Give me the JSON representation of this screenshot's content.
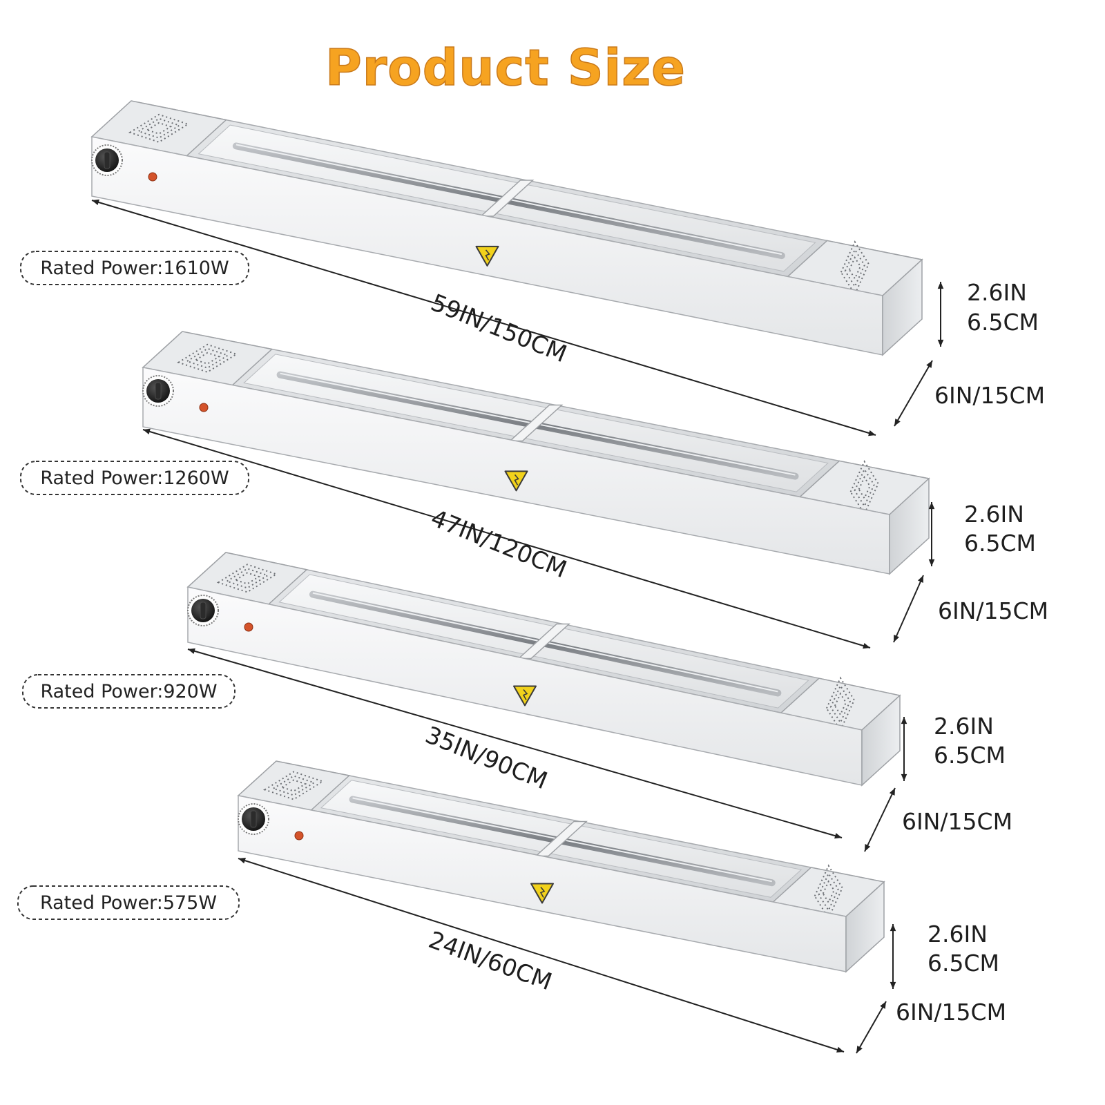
{
  "title": "Product Size",
  "colors": {
    "title_fill": "#f6a321",
    "steel_light": "#f4f5f6",
    "steel_mid": "#d9dbdd",
    "steel_dark": "#9a9da1",
    "warning_yellow": "#f2d21b",
    "indicator": "#d4532a"
  },
  "products": [
    {
      "power": "Rated Power:1610W",
      "length": "59IN/150CM",
      "height_in": "2.6IN",
      "height_cm": "6.5CM",
      "depth": "6IN/15CM"
    },
    {
      "power": "Rated Power:1260W",
      "length": "47IN/120CM",
      "height_in": "2.6IN",
      "height_cm": "6.5CM",
      "depth": "6IN/15CM"
    },
    {
      "power": "Rated Power:920W",
      "length": "35IN/90CM",
      "height_in": "2.6IN",
      "height_cm": "6.5CM",
      "depth": "6IN/15CM"
    },
    {
      "power": "Rated Power:575W",
      "length": "24IN/60CM",
      "height_in": "2.6IN",
      "height_cm": "6.5CM",
      "depth": "6IN/15CM"
    }
  ],
  "icons": {
    "knob": "thermostat-knob-icon",
    "light": "indicator-light-icon",
    "warning": "hot-surface-warning-icon"
  }
}
